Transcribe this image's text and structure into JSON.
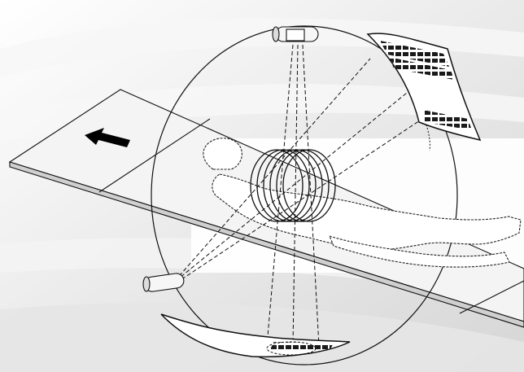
{
  "figure": {
    "subject": "ct-scanner-illustration",
    "components": [
      "x-ray-tube-top",
      "x-ray-tube-bottom",
      "detector-array-top",
      "detector-array-bottom",
      "gantry-ring",
      "patient",
      "patient-table",
      "direction-arrow",
      "scan-slices",
      "x-ray-beams"
    ],
    "colors": {
      "line": "#111111",
      "background_light": "#ffffff",
      "background_band": "#e3e3e3",
      "table_fill": "#f2f2f2",
      "detector_cell": "#1a1a1a"
    }
  }
}
